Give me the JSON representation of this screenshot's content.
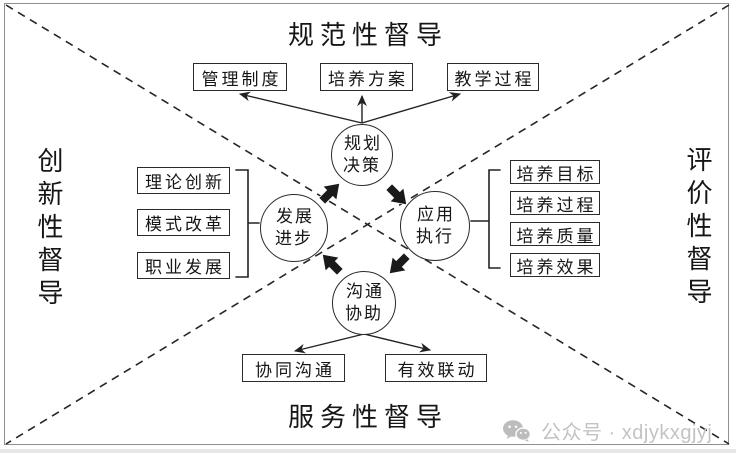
{
  "diagram": {
    "top_title": "规范性督导",
    "bottom_title": "服务性督导",
    "left_title": "创新性督导",
    "right_title": "评价性督导",
    "circles": {
      "plan": "规划\n决策",
      "develop": "发展\n进步",
      "apply": "应用\n执行",
      "communicate": "沟通\n协助"
    },
    "top_boxes": [
      "管理制度",
      "培养方案",
      "教学过程"
    ],
    "left_boxes": [
      "理论创新",
      "模式改革",
      "职业发展"
    ],
    "right_boxes": [
      "培养目标",
      "培养过程",
      "培养质量",
      "培养效果"
    ],
    "bottom_boxes": [
      "协同沟通",
      "有效联动"
    ]
  },
  "watermark": {
    "icon": "wechat-icon",
    "text": "公众号 · xdjykxgjyj"
  },
  "colors": {
    "line": "#2b2b2b",
    "frame_border": "#8f8f8f",
    "arrow_fill": "#1a1a1a",
    "watermark_gray": "#c3c3c3",
    "background": "#ffffff"
  }
}
